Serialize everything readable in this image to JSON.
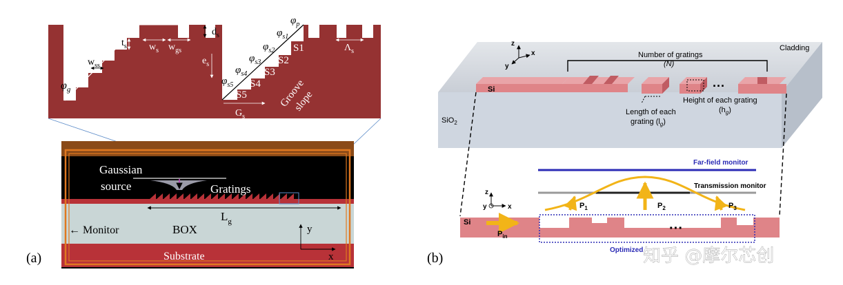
{
  "panel_a": {
    "panel_label": "(a)",
    "zoom": {
      "phi_g": "φ",
      "phi_g_sub": "g",
      "w_ss": "w",
      "w_ss_sub": "ss",
      "t_s": "t",
      "t_s_sub": "s",
      "w_s": "w",
      "w_s_sub": "s",
      "w_gs": "w",
      "w_gs_sub": "gs",
      "d_s": "d",
      "d_s_sub": "s",
      "e_s": "e",
      "e_s_sub": "s",
      "G_s": "G",
      "G_s_sub": "s",
      "Lambda_s": "Λ",
      "Lambda_s_sub": "s",
      "phi_p": "φ",
      "phi_p_sub": "p",
      "phi_s1_sub": "s1",
      "phi_s2_sub": "s2",
      "phi_s3_sub": "s3",
      "phi_s4_sub": "s4",
      "phi_s5_sub": "s5",
      "step_labels": [
        "S1",
        "S2",
        "S3",
        "S4",
        "S5"
      ],
      "groove_line1": "Groove",
      "groove_line2": "slope"
    },
    "sim": {
      "gaussian_line1": "Gaussian",
      "gaussian_line2": "source",
      "gratings": "Gratings",
      "lg": "L",
      "lg_sub": "g",
      "box": "BOX",
      "monitor": "← Monitor",
      "substrate": "Substrate",
      "axis_y": "y",
      "axis_x": "x"
    }
  },
  "panel_b": {
    "panel_label": "(b)",
    "top": {
      "cladding": "Cladding",
      "num_gratings_line1": "Number of gratings",
      "num_gratings_line2": "(N)",
      "si": "Si",
      "sio2": "SiO",
      "sio2_sub": "2",
      "ellipsis": "···",
      "length_line1": "Length of each",
      "length_line2": "grating (l",
      "length_sub": "g",
      "length_close": ")",
      "height_line1": "Height of each grating",
      "height_line2": "(h",
      "height_sub": "g",
      "height_close": ")",
      "axis_z": "z",
      "axis_y": "y",
      "axis_x": "x"
    },
    "bottom": {
      "far_field": "Far-field monitor",
      "transmission": "Transmission monitor",
      "p1": "P",
      "p1_sub": "1",
      "p2": "P",
      "p2_sub": "2",
      "p3": "P",
      "p3_sub": "3",
      "pin": "P",
      "pin_sub": "in",
      "si": "Si",
      "ellipsis": "···",
      "optimized": "Optimized",
      "axis_z": "z",
      "axis_y": "y",
      "axis_x": "x"
    },
    "watermark": "知乎 @摩尔芯创"
  },
  "colors": {
    "grating_red": "#953232",
    "substrate_red": "#b83238",
    "box_gray": "#c9d6d6",
    "orange_frame": "#e07820",
    "si_pink": "#df8488",
    "slab_gray": "#cfd6e0",
    "far_field_blue": "#2b2bb5",
    "arrow_gold": "#f2b418"
  }
}
